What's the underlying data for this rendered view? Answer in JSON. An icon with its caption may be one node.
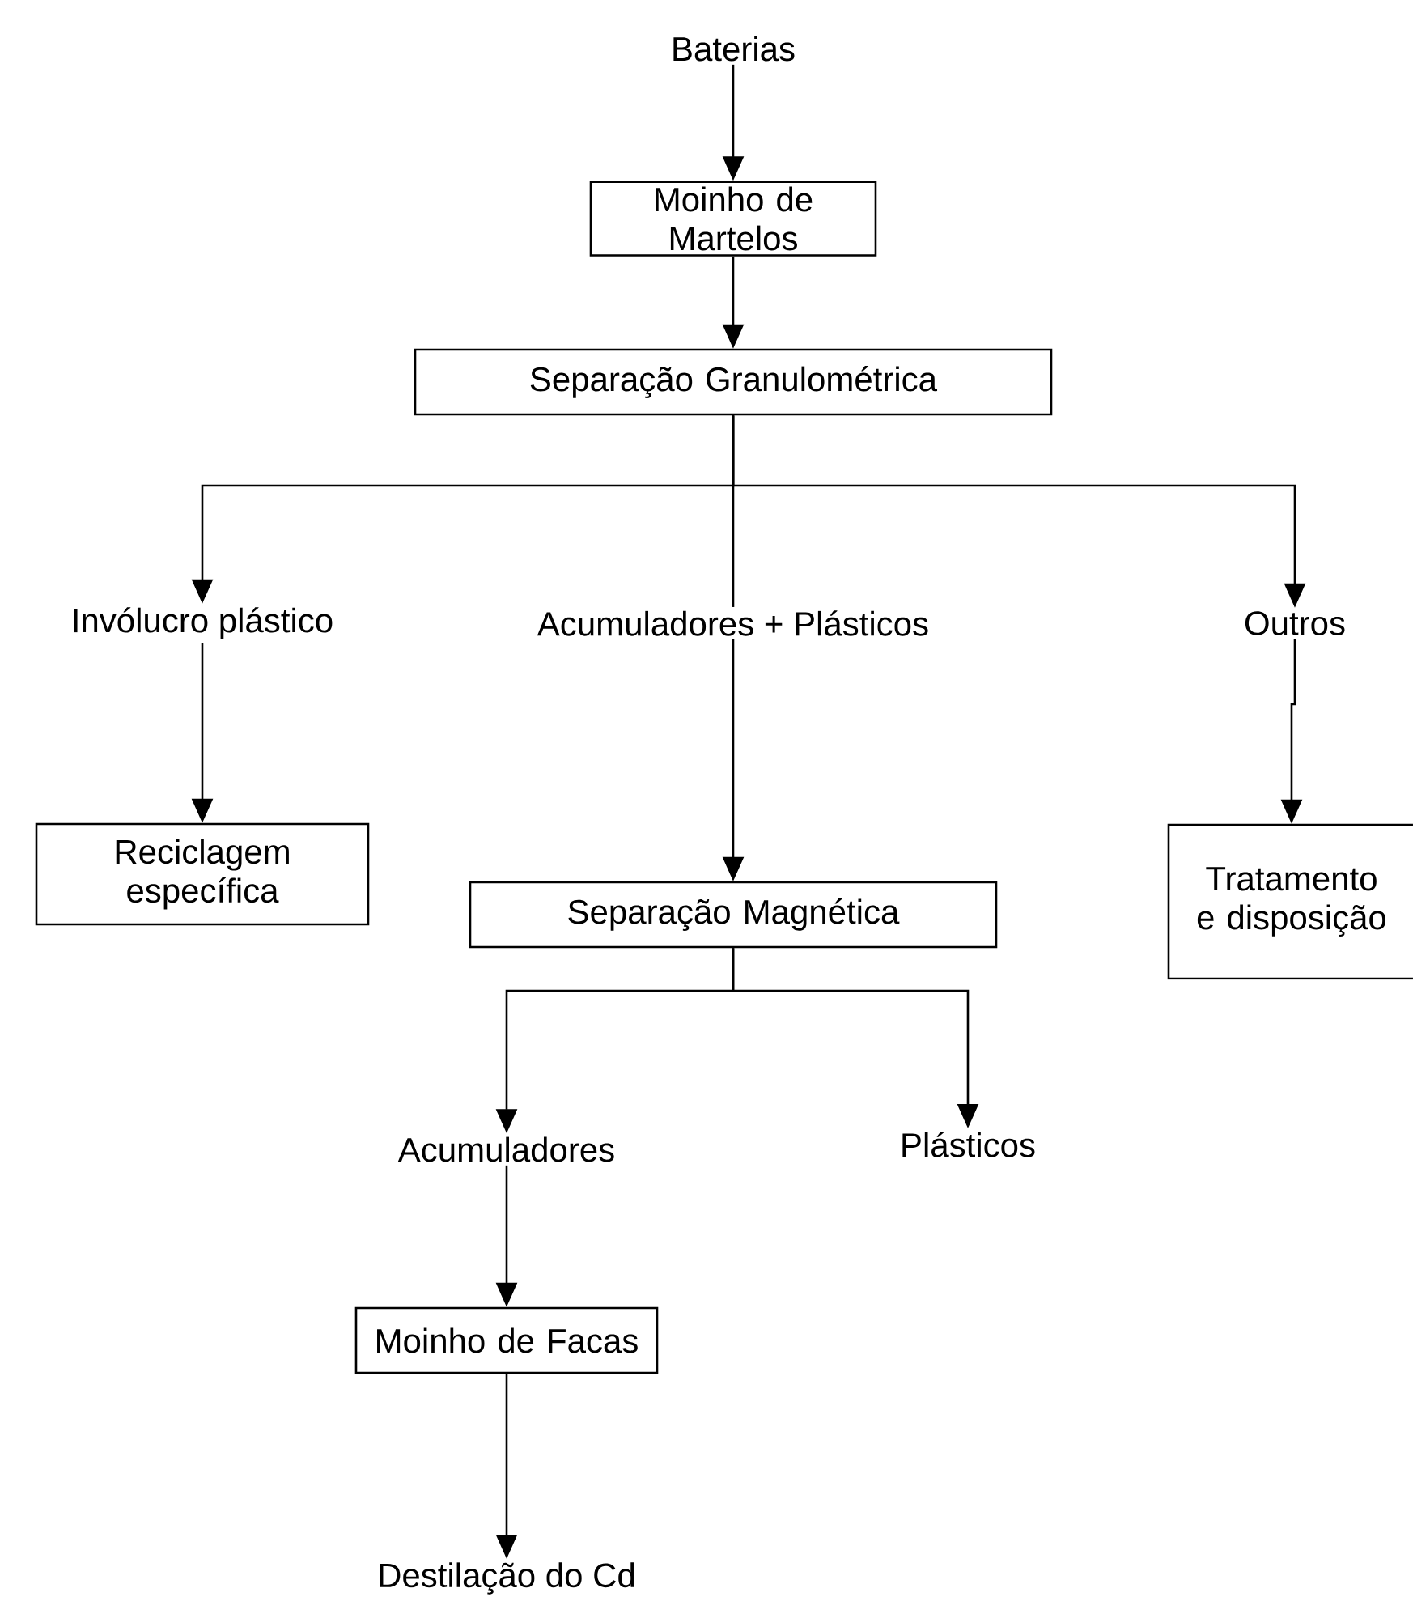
{
  "diagram": {
    "nodes": [
      {
        "text": [
          "Baterias"
        ]
      },
      {
        "text": [
          "Moinho de Martelos"
        ]
      },
      {
        "text": [
          "Separação Granulométrica"
        ]
      },
      {
        "text": [
          "Invólucro plástico"
        ]
      },
      {
        "text": [
          "Acumuladores + Plásticos"
        ]
      },
      {
        "text": [
          "Outros"
        ]
      },
      {
        "text": [
          "Reciclagem específica"
        ]
      },
      {
        "text": [
          "Separação Magnética"
        ]
      },
      {
        "text": [
          "Tratamento e disposição"
        ]
      },
      {
        "text": [
          "Acumuladores"
        ]
      },
      {
        "text": [
          "Plásticos"
        ]
      },
      {
        "text": [
          "Moinho de Facas"
        ]
      },
      {
        "text": [
          "Destilação do Cd"
        ]
      }
    ],
    "edges": [
      {
        "from": 0,
        "to": 1,
        "arrow": "to"
      },
      {
        "from": 1,
        "to": 2,
        "arrow": "to"
      },
      {
        "from": 2,
        "to": 3,
        "arrow": "to"
      },
      {
        "from": 2,
        "to": 4,
        "arrow": "none"
      },
      {
        "from": 2,
        "to": 5,
        "arrow": "to"
      },
      {
        "from": 3,
        "to": 6,
        "arrow": "to"
      },
      {
        "from": 4,
        "to": 7,
        "arrow": "to"
      },
      {
        "from": 5,
        "to": 8,
        "arrow": "to"
      },
      {
        "from": 7,
        "to": 9,
        "arrow": "to"
      },
      {
        "from": 7,
        "to": 10,
        "arrow": "to"
      },
      {
        "from": 9,
        "to": 11,
        "arrow": "to"
      },
      {
        "from": 11,
        "to": 12,
        "arrow": "to"
      }
    ]
  }
}
